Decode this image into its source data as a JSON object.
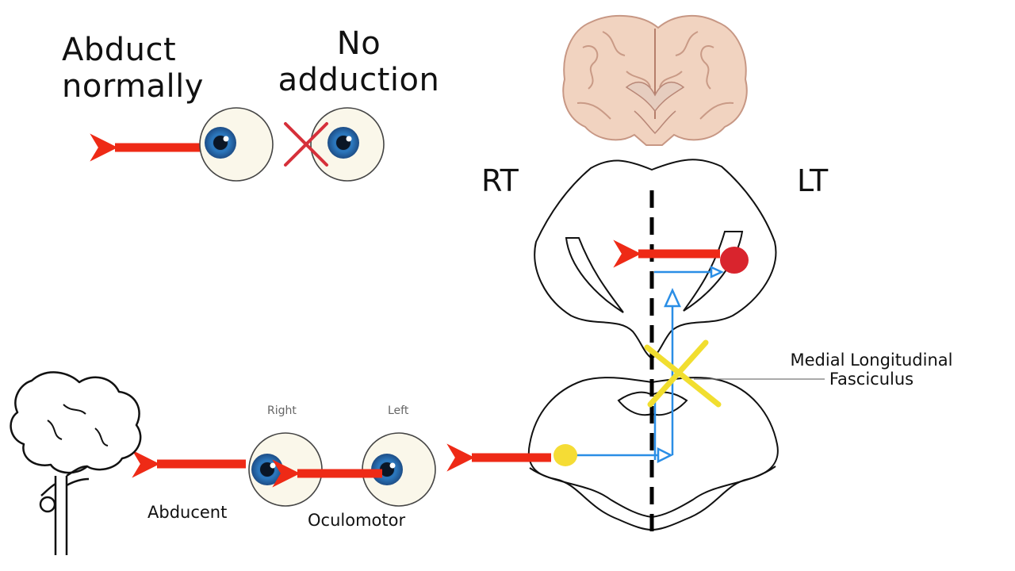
{
  "labels": {
    "abduct_line1": "Abduct",
    "abduct_line2": "normally",
    "no_line1": "No",
    "no_line2": "adduction",
    "rt": "RT",
    "lt": "LT",
    "mlf_line1": "Medial Longitudinal",
    "mlf_line2": "Fasciculus",
    "right": "Right",
    "left": "Left",
    "abducent": "Abducent",
    "oculomotor": "Oculomotor"
  },
  "colors": {
    "arrow": "#ee2a16",
    "iris": "#2c79bf",
    "nerve_path": "#2a8ee6",
    "lesion_x": "#f1de2f",
    "no_x": "#d6303a",
    "nucleus_red": "#d9242d",
    "nucleus_yellow": "#f5dc35",
    "midline": "#000000"
  },
  "icons": {
    "brain": "brain-coronal-icon",
    "tree": "tree-icon",
    "eye": "eyeball-icon"
  }
}
